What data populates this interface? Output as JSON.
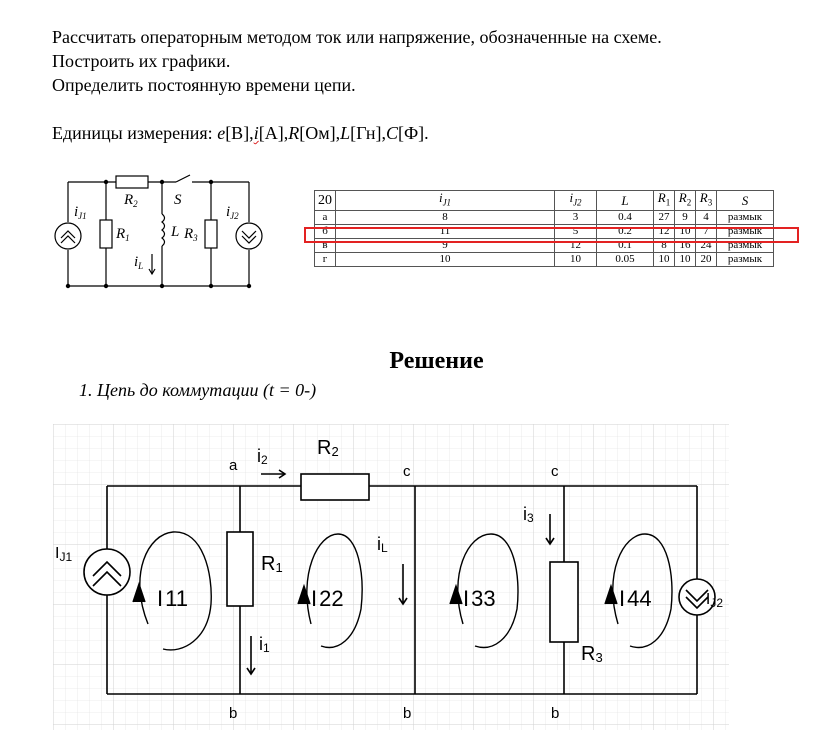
{
  "task": {
    "line1": "Рассчитать операторным методом ток или напряжение, обозначенные на схеме.",
    "line2": "Построить их графики.",
    "line3": "Определить постоянную времени цепи.",
    "units_prefix": "Единицы измерения: ",
    "units": [
      {
        "sym": "e",
        "unit": "[В],"
      },
      {
        "sym": "i",
        "unit": "[А],"
      },
      {
        "sym": "R",
        "unit": "[Ом],"
      },
      {
        "sym": "L",
        "unit": "[Гн],"
      },
      {
        "sym": "C",
        "unit": "[Ф]."
      }
    ]
  },
  "small_circuit": {
    "labels": {
      "ij1": "i",
      "ij1_sub": "J1",
      "r2": "R",
      "r2_sub": "2",
      "s": "S",
      "ij2": "i",
      "ij2_sub": "J2",
      "r1": "R",
      "r1_sub": "1",
      "l": "L",
      "r3": "R",
      "r3_sub": "3",
      "il": "i",
      "il_sub": "L"
    }
  },
  "table": {
    "header": [
      "20",
      "iJ1",
      "iJ2",
      "L",
      "R1",
      "R2",
      "R3",
      "S"
    ],
    "header_sub": [
      "",
      "J1",
      "J2",
      "",
      "1",
      "2",
      "3",
      ""
    ],
    "rows": [
      [
        "а",
        "8",
        "3",
        "0.4",
        "27",
        "9",
        "4",
        "размык"
      ],
      [
        "б",
        "11",
        "5",
        "0.2",
        "12",
        "10",
        "7",
        "размык"
      ],
      [
        "в",
        "9",
        "12",
        "0.1",
        "8",
        "16",
        "24",
        "размык"
      ],
      [
        "г",
        "10",
        "10",
        "0.05",
        "10",
        "10",
        "20",
        "размык"
      ]
    ],
    "highlighted_row": "б"
  },
  "solution": {
    "title": "Решение",
    "step1": "1.  Цепь до коммутации (t = 0-)"
  },
  "big_circuit": {
    "nodes": {
      "a": "a",
      "c1": "c",
      "c2": "c",
      "b1": "b",
      "b2": "b",
      "b3": "b"
    },
    "currents": {
      "i2": "i",
      "i2_sub": "2",
      "il": "i",
      "il_sub": "L",
      "i3": "i",
      "i3_sub": "3",
      "i1": "i",
      "i1_sub": "1"
    },
    "resistors": {
      "r1": "R",
      "r1_sub": "1",
      "r2": "R",
      "r2_sub": "2",
      "r3": "R",
      "r3_sub": "3"
    },
    "sources": {
      "ij1": "I",
      "ij1_sub": "J1",
      "ij2": "I",
      "ij2_sub": "J2"
    },
    "loops": [
      {
        "name": "I",
        "sub": "11"
      },
      {
        "name": "I",
        "sub": "22"
      },
      {
        "name": "I",
        "sub": "33"
      },
      {
        "name": "I",
        "sub": "44"
      }
    ]
  }
}
